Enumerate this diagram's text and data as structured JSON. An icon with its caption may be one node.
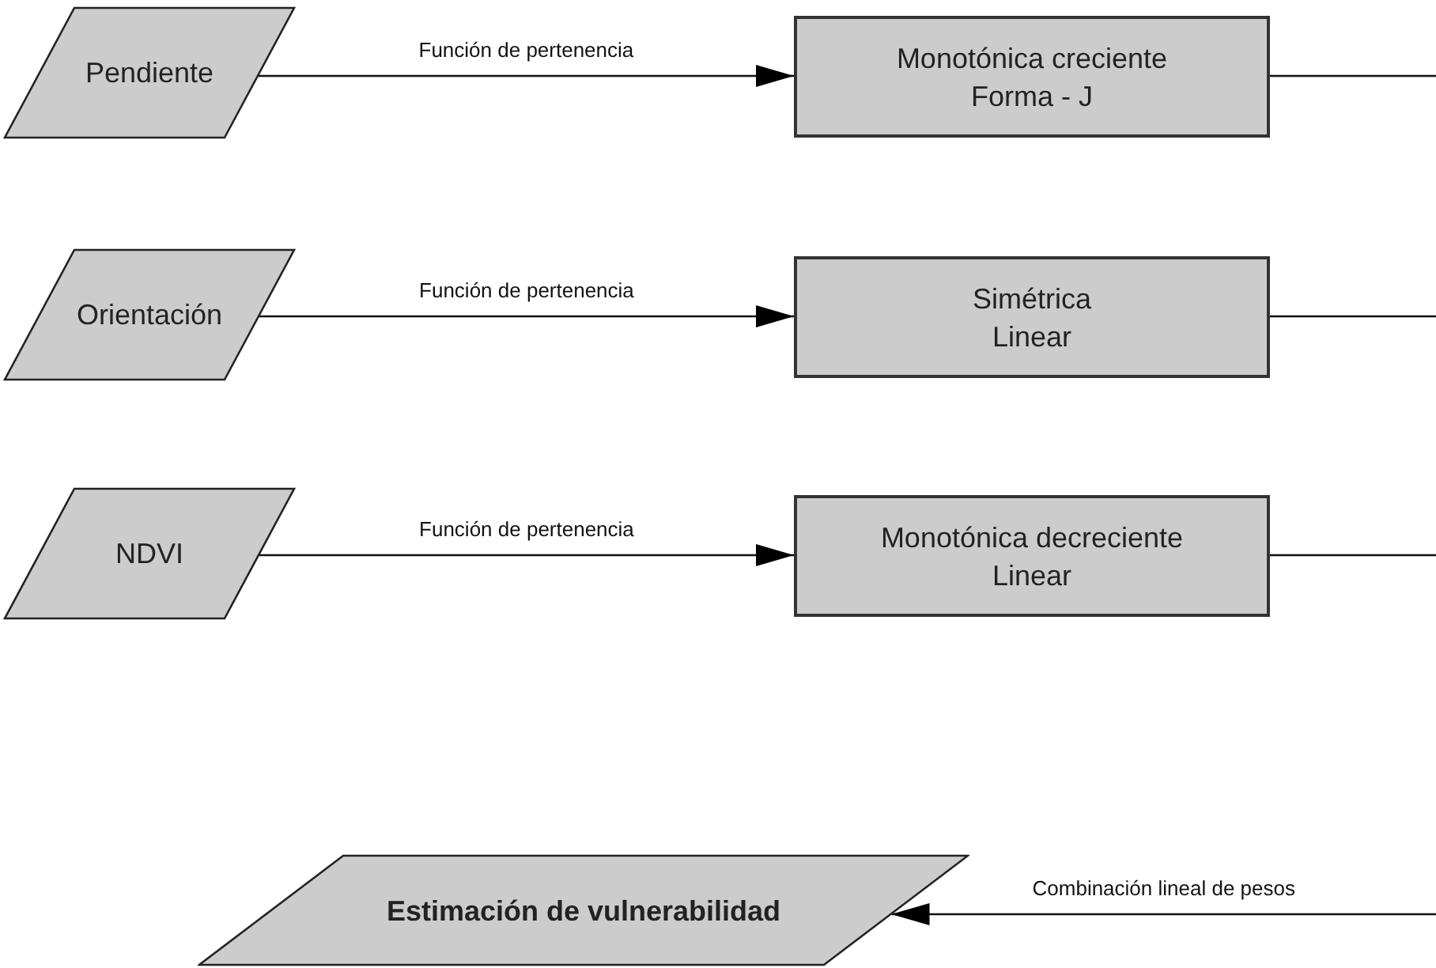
{
  "diagram": {
    "nodes": [
      {
        "text": [
          "Pendiente"
        ]
      },
      {
        "text": [
          "Monotónica creciente",
          "Forma - J"
        ]
      },
      {
        "text": [
          "Orientación"
        ]
      },
      {
        "text": [
          "Simétrica",
          "Linear"
        ]
      },
      {
        "text": [
          "NDVI"
        ]
      },
      {
        "text": [
          "Monotónica decreciente",
          "Linear"
        ]
      },
      {
        "text": [
          "Estimación de vulnerabilidad"
        ]
      }
    ],
    "edges": [
      {
        "from": 0,
        "to": 1,
        "arrow": "to",
        "label": "Función de pertenencia"
      },
      {
        "from": 1,
        "to": null,
        "arrow": "none"
      },
      {
        "from": 2,
        "to": 3,
        "arrow": "to",
        "label": "Función de pertenencia"
      },
      {
        "from": 3,
        "to": null,
        "arrow": "none"
      },
      {
        "from": 4,
        "to": 5,
        "arrow": "to",
        "label": "Función de pertenencia"
      },
      {
        "from": 5,
        "to": null,
        "arrow": "none"
      },
      {
        "from": null,
        "to": 6,
        "arrow": "to",
        "label": "Combinación lineal de pesos"
      }
    ]
  }
}
